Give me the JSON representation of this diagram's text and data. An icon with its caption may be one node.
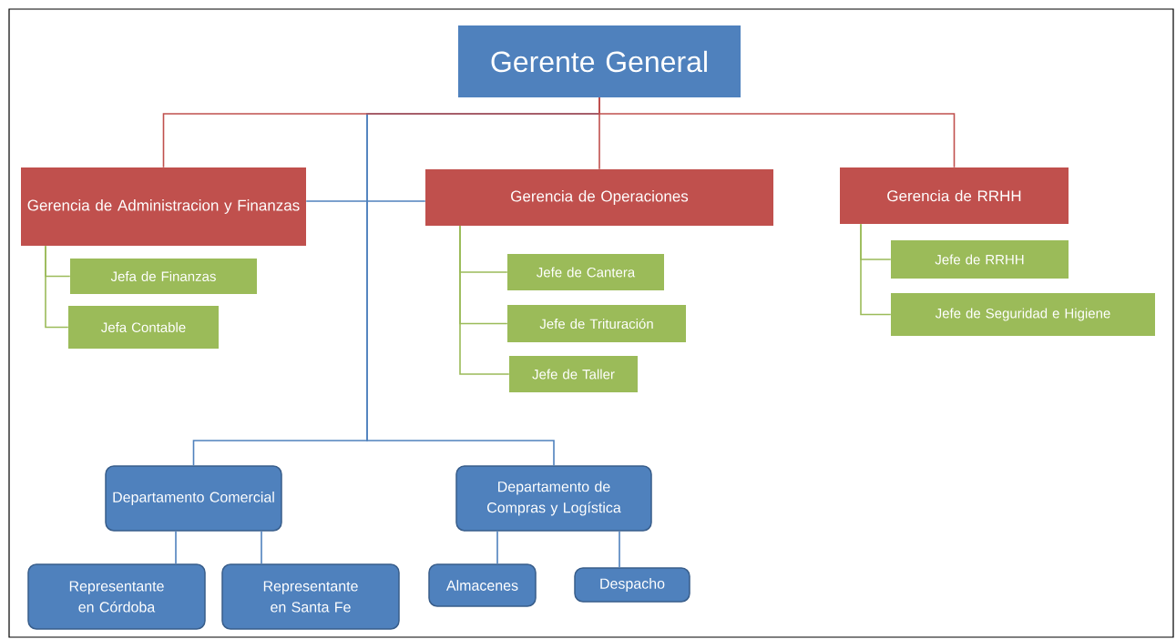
{
  "diagram": {
    "nodes": [
      {
        "text": [
          "Gerente General"
        ]
      },
      {
        "text": [
          "Gerencia de Administracion y Finanzas"
        ]
      },
      {
        "text": [
          "Gerencia de Operaciones"
        ]
      },
      {
        "text": [
          "Gerencia de RRHH"
        ]
      },
      {
        "text": [
          "Jefa de Finanzas"
        ]
      },
      {
        "text": [
          "Jefa Contable"
        ]
      },
      {
        "text": [
          "Jefe de Cantera"
        ]
      },
      {
        "text": [
          "Jefe de Trituración"
        ]
      },
      {
        "text": [
          "Jefe de Taller"
        ]
      },
      {
        "text": [
          "Jefe de RRHH"
        ]
      },
      {
        "text": [
          "Jefe de Seguridad e Higiene"
        ]
      },
      {
        "text": [
          "Departamento Comercial"
        ]
      },
      {
        "text": [
          "Departamento de Compras y Logística"
        ]
      },
      {
        "text": [
          "Representante en Córdoba"
        ]
      },
      {
        "text": [
          "Representante en Santa Fe"
        ]
      },
      {
        "text": [
          "Almacenes"
        ]
      },
      {
        "text": [
          "Despacho"
        ]
      }
    ],
    "edges": [
      {
        "from": 0,
        "to": 1,
        "arrow": "none",
        "color": "#c0504d"
      },
      {
        "from": 0,
        "to": 2,
        "arrow": "none",
        "color": "#c0504d"
      },
      {
        "from": 0,
        "to": 3,
        "arrow": "none",
        "color": "#c0504d"
      },
      {
        "from": 1,
        "to": 2,
        "arrow": "none",
        "color": "#4f81bd"
      },
      {
        "from": 0,
        "to": 11,
        "arrow": "none",
        "color": "#4f81bd"
      },
      {
        "from": 0,
        "to": 12,
        "arrow": "none",
        "color": "#4f81bd"
      },
      {
        "from": 1,
        "to": 4,
        "arrow": "none",
        "color": "#9bbb59"
      },
      {
        "from": 1,
        "to": 5,
        "arrow": "none",
        "color": "#9bbb59"
      },
      {
        "from": 2,
        "to": 6,
        "arrow": "none",
        "color": "#9bbb59"
      },
      {
        "from": 2,
        "to": 7,
        "arrow": "none",
        "color": "#9bbb59"
      },
      {
        "from": 2,
        "to": 8,
        "arrow": "none",
        "color": "#9bbb59"
      },
      {
        "from": 3,
        "to": 9,
        "arrow": "none",
        "color": "#9bbb59"
      },
      {
        "from": 3,
        "to": 10,
        "arrow": "none",
        "color": "#9bbb59"
      },
      {
        "from": 11,
        "to": 13,
        "arrow": "none",
        "color": "#4f81bd"
      },
      {
        "from": 11,
        "to": 14,
        "arrow": "none",
        "color": "#4f81bd"
      },
      {
        "from": 12,
        "to": 15,
        "arrow": "none",
        "color": "#4f81bd"
      },
      {
        "from": 12,
        "to": 16,
        "arrow": "none",
        "color": "#4f81bd"
      }
    ]
  }
}
